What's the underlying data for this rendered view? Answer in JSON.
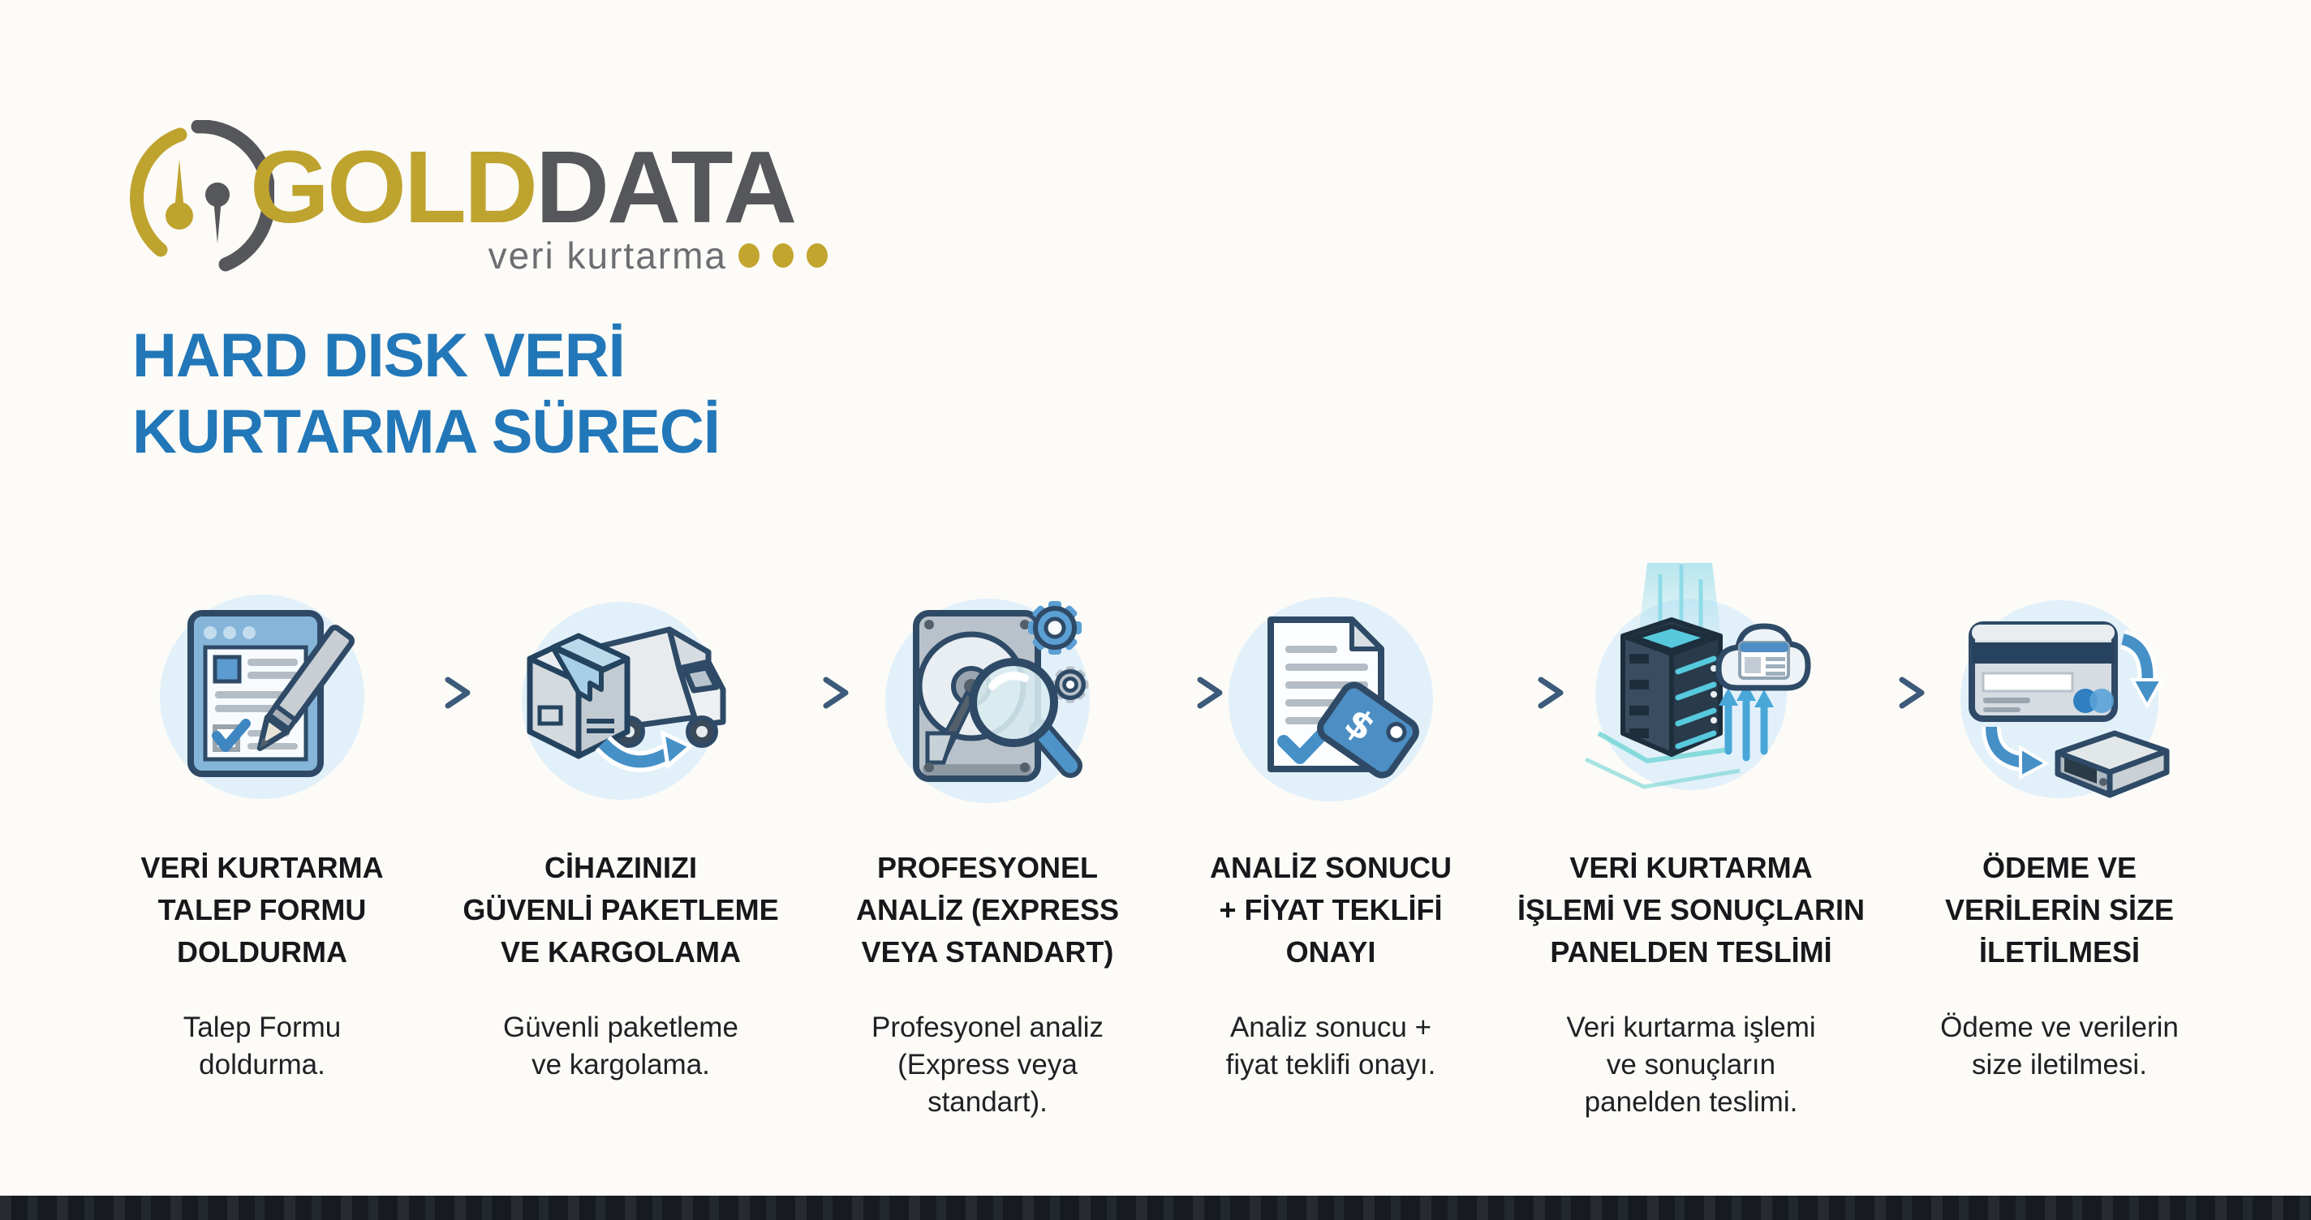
{
  "page": {
    "background": "#fcfbf7",
    "accent_blue": "#2277b9",
    "brand_gold": "#bfa32f",
    "brand_gray": "#56575b",
    "footer_bar_color": "#171b20"
  },
  "logo": {
    "brand_gold": "GOLD",
    "brand_dark": "DATA",
    "tagline": "veri kurtarma",
    "mark_icon": "golddata-emblem-icon",
    "dot_count": 3
  },
  "title": {
    "line1": "HARD DISK VERİ",
    "line2": "KURTARMA SÜRECİ",
    "full": "HARD DISK VERİ\nKURTARMA SÜRECİ"
  },
  "steps": [
    {
      "icon": "form-pencil-icon",
      "heading": "VERİ KURTARMA\nTALEP FORMU\nDOLDURMA",
      "description": "Talep Formu\ndoldurma."
    },
    {
      "icon": "package-truck-icon",
      "heading": "CİHAZINIZI\nGÜVENLİ PAKETLEME\nVE KARGOLAMA",
      "description": "Güvenli paketleme\nve kargolama."
    },
    {
      "icon": "hdd-magnifier-gears-icon",
      "heading": "PROFESYONEL\nANALİZ (EXPRESS\nVEYA STANDART)",
      "description": "Profesyonel analiz\n(Express veya\nstandart)."
    },
    {
      "icon": "report-price-tag-icon",
      "heading": "ANALİZ SONUCU\n+ FİYAT TEKLİFİ\nONAYI",
      "description": "Analiz sonucu +\nfiyat teklifi onayı."
    },
    {
      "icon": "server-cloud-upload-icon",
      "heading": "VERİ KURTARMA\nİŞLEMİ VE SONUÇLARIN\nPANELDEN TESLİMİ",
      "description": "Veri kurtarma işlemi\nve sonuçların\npanelden teslimi."
    },
    {
      "icon": "payment-card-drive-icon",
      "heading": "ÖDEME VE\nVERİLERİN SİZE\nİLETİLMESİ",
      "description": "Ödeme ve verilerin\nsize iletilmesi."
    }
  ],
  "arrow": {
    "icon": "step-arrow-icon",
    "gradient_start": "#aee0dc",
    "gradient_end": "#3c5a7a"
  }
}
